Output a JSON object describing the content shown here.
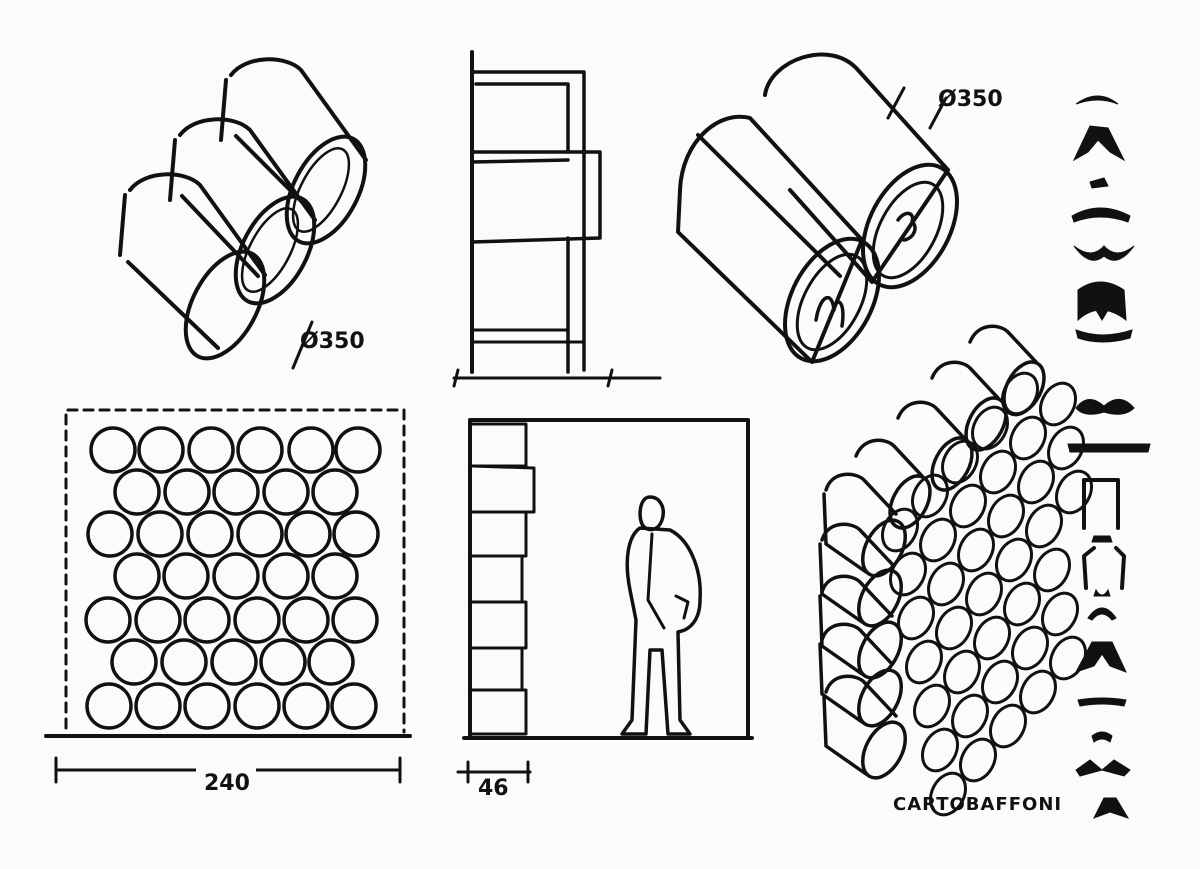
{
  "sheet": {
    "ink_color": "#111111",
    "paper_color": "#fbfbfa"
  },
  "annotations": {
    "diameter_top_left": "Ø350",
    "diameter_top_right": "Ø350",
    "width_front": "240",
    "depth_section": "46",
    "title": "CARTOBAFFONI"
  }
}
